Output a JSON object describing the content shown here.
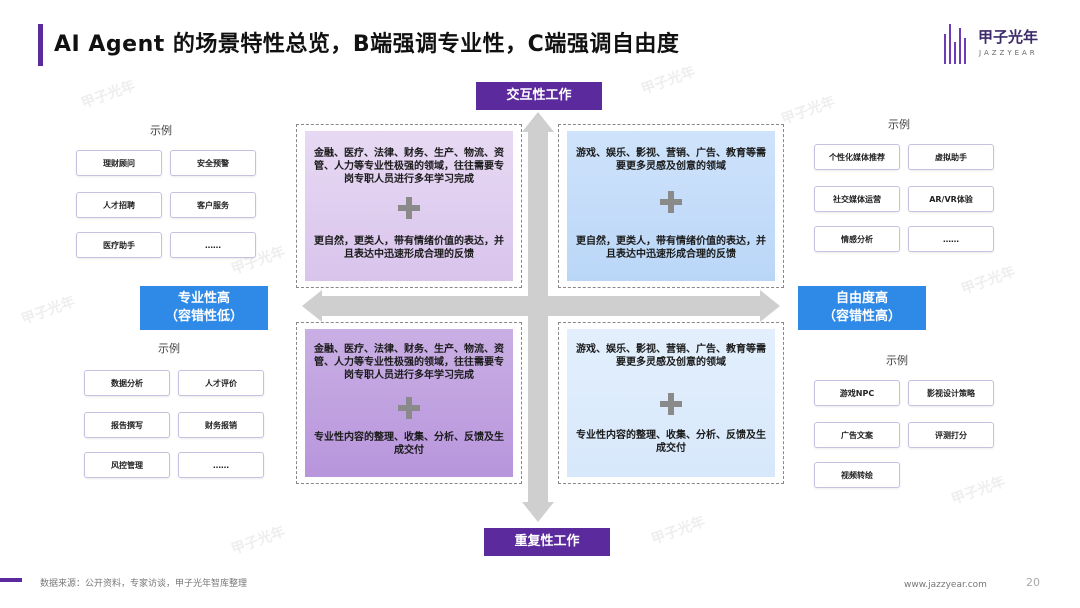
{
  "title": "AI Agent 的场景特性总览，B端强调专业性，C端强调自由度",
  "logo": {
    "name": "甲子光年",
    "subtitle": "JAZZYEAR"
  },
  "axes": {
    "top": "交互性工作",
    "bottom": "重复性工作",
    "left_line1": "专业性高",
    "left_line2": "（容错性低）",
    "right_line1": "自由度高",
    "right_line2": "（容错性高）"
  },
  "quadrants": {
    "top_left": {
      "text1": "金融、医疗、法律、财务、生产、物流、资管、人力等专业性极强的领域，往往需要专岗专职人员进行多年学习完成",
      "text2": "更自然，更类人，带有情绪价值的表达，并且表达中迅速形成合理的反馈"
    },
    "top_right": {
      "text1": "游戏、娱乐、影视、营销、广告、教育等需要更多灵感及创意的领域",
      "text2": "更自然，更类人，带有情绪价值的表达，并且表达中迅速形成合理的反馈"
    },
    "bottom_left": {
      "text1": "金融、医疗、法律、财务、生产、物流、资管、人力等专业性极强的领域，往往需要专岗专职人员进行多年学习完成",
      "text2": "专业性内容的整理、收集、分析、反馈及生成交付"
    },
    "bottom_right": {
      "text1": "游戏、娱乐、影视、营销、广告、教育等需要更多灵感及创意的领域",
      "text2": "专业性内容的整理、收集、分析、反馈及生成交付"
    }
  },
  "examples": {
    "label": "示例",
    "top_left": [
      "理财顾问",
      "安全预警",
      "人才招聘",
      "客户服务",
      "医疗助手",
      "……"
    ],
    "bottom_left": [
      "数据分析",
      "人才评价",
      "报告撰写",
      "财务报销",
      "风控管理",
      "……"
    ],
    "top_right": [
      "个性化媒体推荐",
      "虚拟助手",
      "社交媒体运营",
      "AR/VR体验",
      "情感分析",
      "……"
    ],
    "bottom_right": [
      "游戏NPC",
      "影视设计策略",
      "广告文案",
      "评测打分",
      "视频转绘"
    ]
  },
  "footer": {
    "source": "数据来源：公开资料，专家访谈，甲子光年智库整理",
    "url": "www.jazzyear.com",
    "page": "20"
  }
}
